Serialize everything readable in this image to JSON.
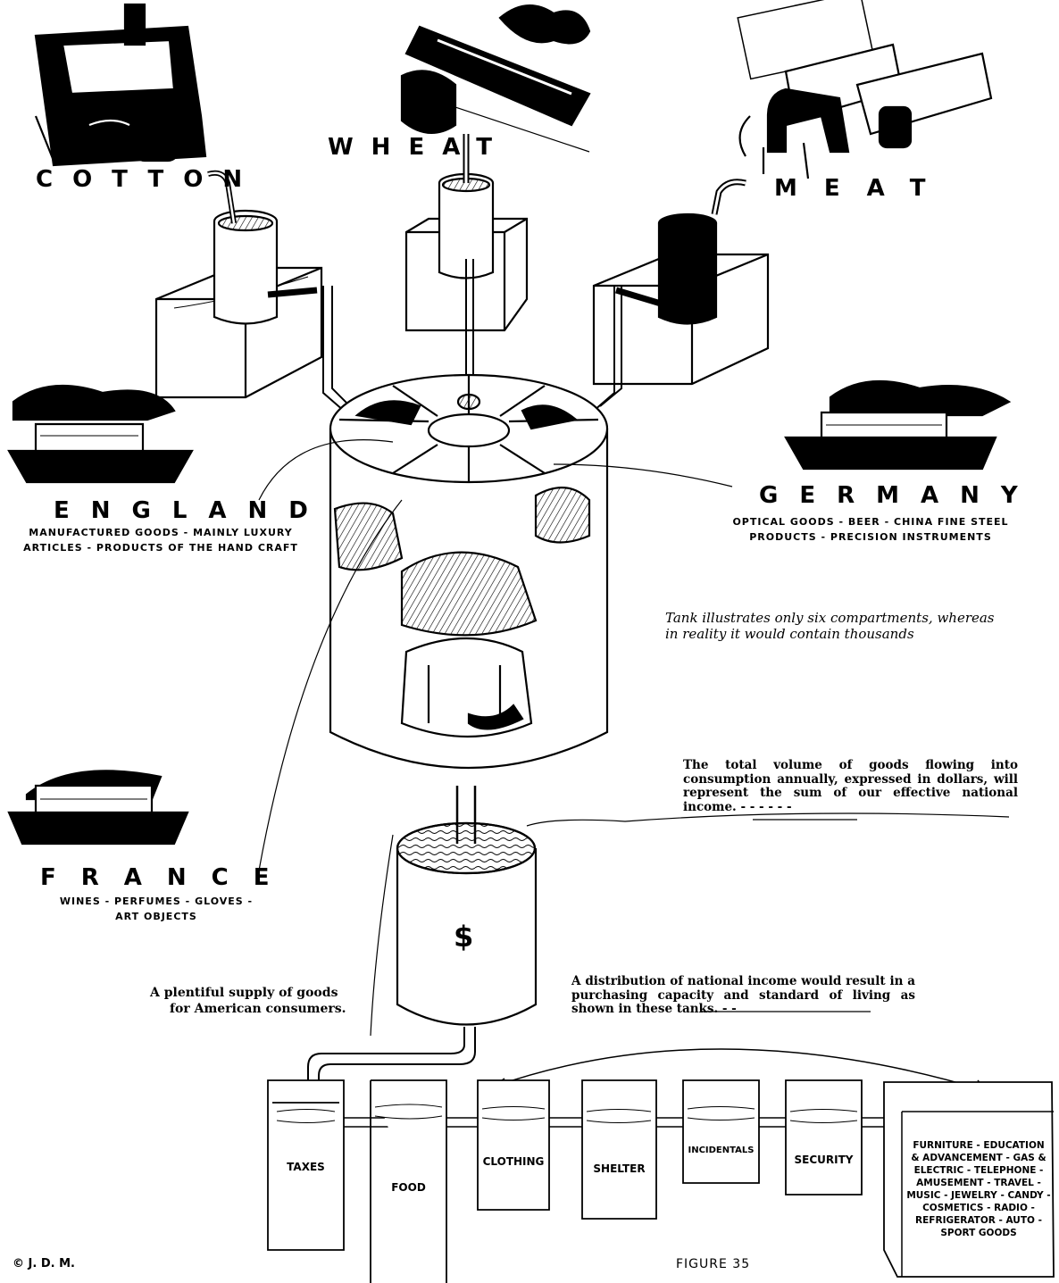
{
  "commodities": {
    "cotton": "COTTON",
    "wheat": "WHEAT",
    "meat": "MEAT"
  },
  "countries": {
    "england": {
      "name": "ENGLAND",
      "goods_line1": "MANUFACTURED GOODS - MAINLY LUXURY",
      "goods_line2": "ARTICLES - PRODUCTS OF THE HAND CRAFT"
    },
    "germany": {
      "name": "GERMANY",
      "goods_line1": "OPTICAL GOODS - BEER - CHINA FINE STEEL",
      "goods_line2": "PRODUCTS - PRECISION INSTRUMENTS"
    },
    "france": {
      "name": "FRANCE",
      "goods_line1": "WINES - PERFUMES - GLOVES -",
      "goods_line2": "ART OBJECTS"
    }
  },
  "notes": {
    "tank_note_line1": "Tank illustrates only six compartments, whereas",
    "tank_note_line2": "in reality it would contain thousands",
    "income_note": "The total volume of goods flowing into consumption annually, expressed in dollars, will represent the sum of our effective national income. - - - - - -",
    "supply_note_line1": "A plentiful supply of goods",
    "supply_note_line2": "for American consumers.",
    "distribution_note": "A distribution of national income would result in a purchasing capacity and standard of living as shown in these tanks. - -"
  },
  "dollar_symbol": "$",
  "tanks": [
    "TAXES",
    "FOOD",
    "CLOTHING",
    "SHELTER",
    "INCIDENTALS",
    "SECURITY"
  ],
  "last_tank_lines": [
    "FURNITURE - EDUCATION",
    "& ADVANCEMENT - GAS &",
    "ELECTRIC - TELEPHONE -",
    "AMUSEMENT - TRAVEL -",
    "MUSIC - JEWELRY - CANDY -",
    "COSMETICS - RADIO -",
    "REFRIGERATOR - AUTO -",
    "SPORT GOODS"
  ],
  "footer": {
    "copyright": "© J. D. M.",
    "figure": "FIGURE 35"
  }
}
